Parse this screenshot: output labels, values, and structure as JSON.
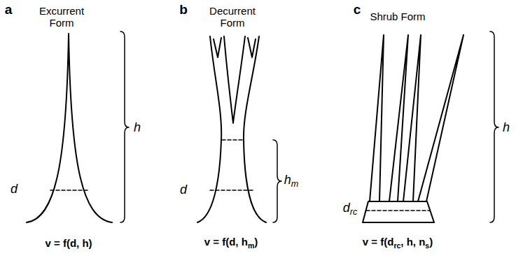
{
  "diagram": {
    "labels": [
      "a",
      "Excurrent Form",
      "b",
      "Decurrent Form",
      "c",
      "Shrub Form",
      "h",
      "d",
      "h",
      "m",
      "d",
      "d",
      "rc",
      "h",
      "v = f(d, h)",
      "v = f(d, h",
      "m",
      ")",
      "v = f(d",
      "rc",
      ", h, n",
      "s",
      ")"
    ]
  }
}
